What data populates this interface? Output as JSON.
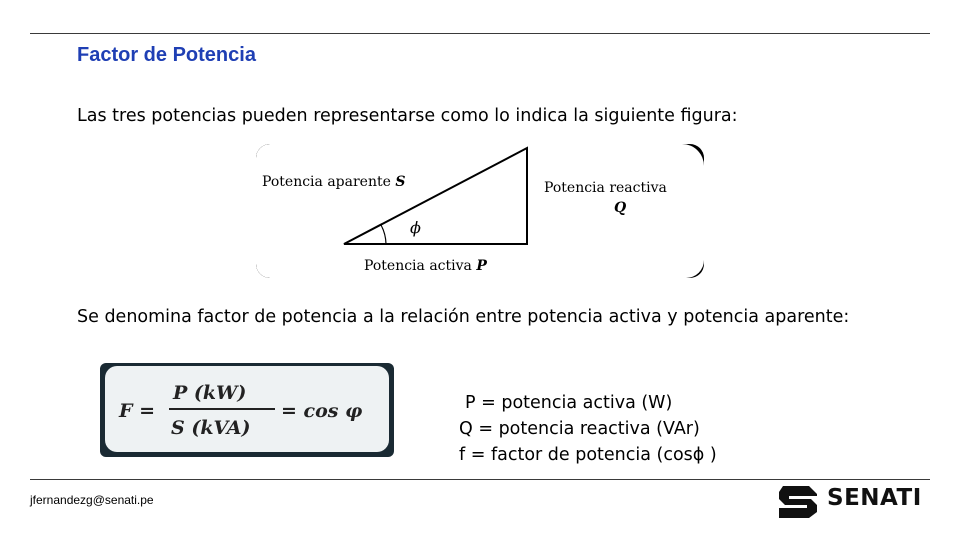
{
  "slide": {
    "title": "Factor de Potencia",
    "intro": "Las tres potencias pueden representarse como lo indica la siguiente figura:",
    "definition": "Se denomina factor de potencia a la relación entre potencia activa y potencia aparente:"
  },
  "figure": {
    "apparent_label": "Potencia aparente",
    "apparent_symbol": "S",
    "reactive_label": "Potencia reactiva",
    "reactive_symbol": "Q",
    "active_label": "Potencia activa",
    "active_symbol": "P",
    "angle_symbol": "ϕ"
  },
  "formula": {
    "lhs": "F =",
    "numerator": "P  (kW)",
    "denominator": "S  (kVA)",
    "rhs": "= cos  φ"
  },
  "legend": {
    "p": "P = potencia activa (W)",
    "q": "Q = potencia reactiva (VAr)",
    "f": "f = factor de potencia (cosɸ )"
  },
  "footer": {
    "email": "jfernandezg@senati.pe",
    "brand": "SENATI"
  },
  "colors": {
    "title": "#1f3fb4",
    "rule": "#3a3a3a"
  }
}
